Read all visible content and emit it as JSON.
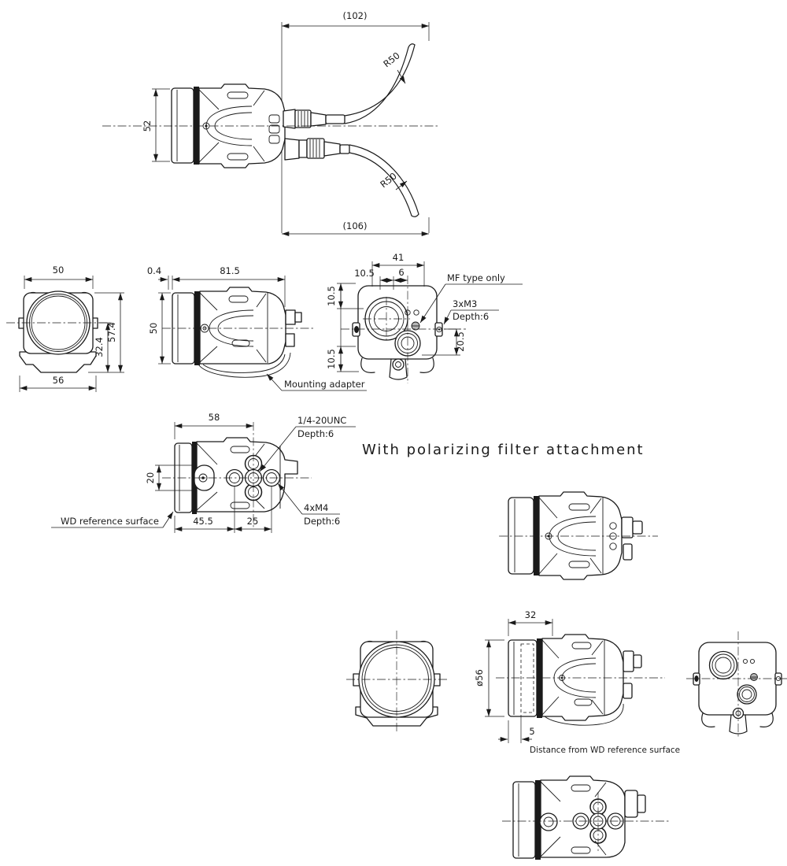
{
  "drawing": {
    "heading": "With polarizing filter attachment",
    "colors": {
      "line": "#1a1a1a",
      "background": "#ffffff"
    },
    "top_view": {
      "width_overall": "(102)",
      "width_lower": "(106)",
      "height": "52",
      "bend_radius_upper": "R50",
      "bend_radius_lower": "R50"
    },
    "front_view": {
      "width_top": "50",
      "width_bottom": "56",
      "height_total": "57.4",
      "height_below_center": "32.4"
    },
    "side_view": {
      "lens_step": "0.4",
      "body_length": "81.5",
      "height": "50",
      "mounting_adapter_label": "Mounting adapter"
    },
    "rear_view": {
      "width": "41",
      "pitch_left": "10.5",
      "pitch_center": "6",
      "pitch_top": "10.5",
      "pitch_bottom": "10.5",
      "connector_offset": "20.5",
      "mf_note": "MF type only",
      "thread_spec": "3xM3",
      "thread_depth": "Depth:6"
    },
    "bottom_view": {
      "length_to_hole": "58",
      "slot_width": "20",
      "front_to_hole": "45.5",
      "hole_pitch": "25",
      "tripod_thread": "1/4-20UNC",
      "tripod_depth": "Depth:6",
      "screw_thread": "4xM4",
      "screw_depth": "Depth:6",
      "wd_label": "WD reference surface"
    },
    "filter_side_view": {
      "filter_length": "32",
      "filter_diameter": "ø56",
      "wd_offset": "5",
      "note": "Distance from WD reference surface"
    }
  }
}
